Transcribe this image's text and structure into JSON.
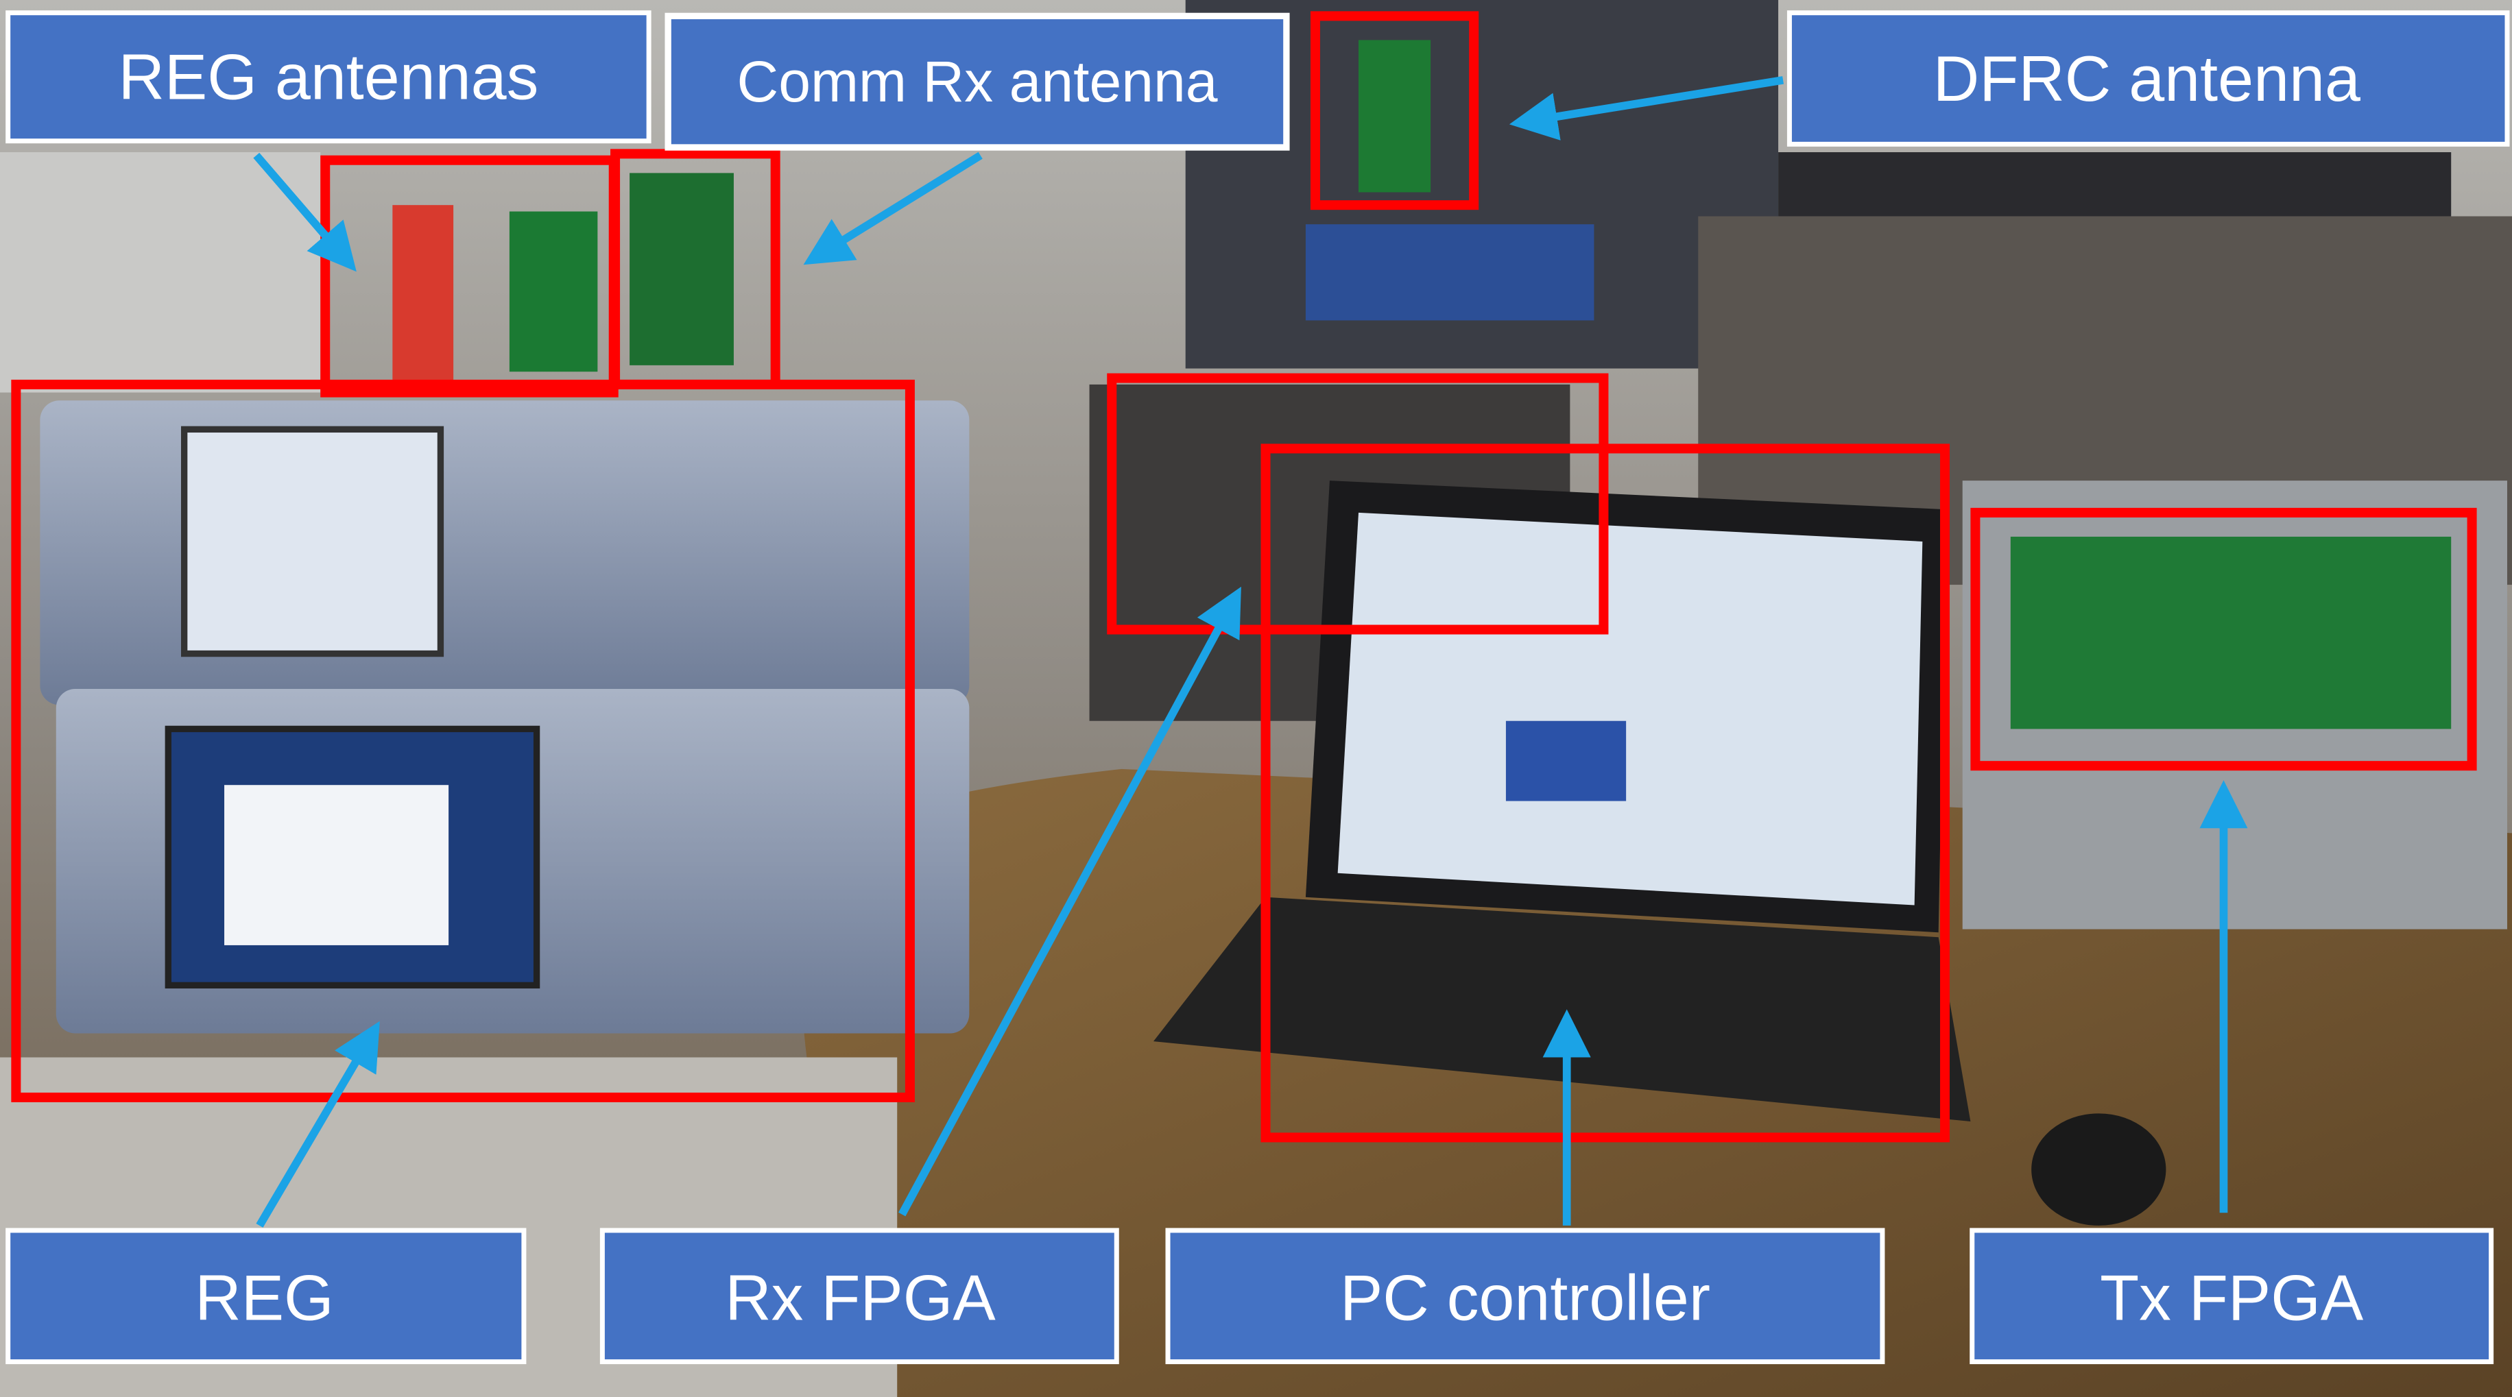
{
  "labels": {
    "reg_antennas": "REG antennas",
    "comm_rx_antenna": "Comm Rx antenna",
    "dfrc_antenna": "DFRC antenna",
    "reg": "REG",
    "rx_fpga": "Rx FPGA",
    "pc_controller": "PC controller",
    "tx_fpga": "Tx FPGA"
  },
  "colors": {
    "label_fill": "#4472C4",
    "highlight_box": "#FF0000",
    "arrow": "#1BA3E6"
  }
}
